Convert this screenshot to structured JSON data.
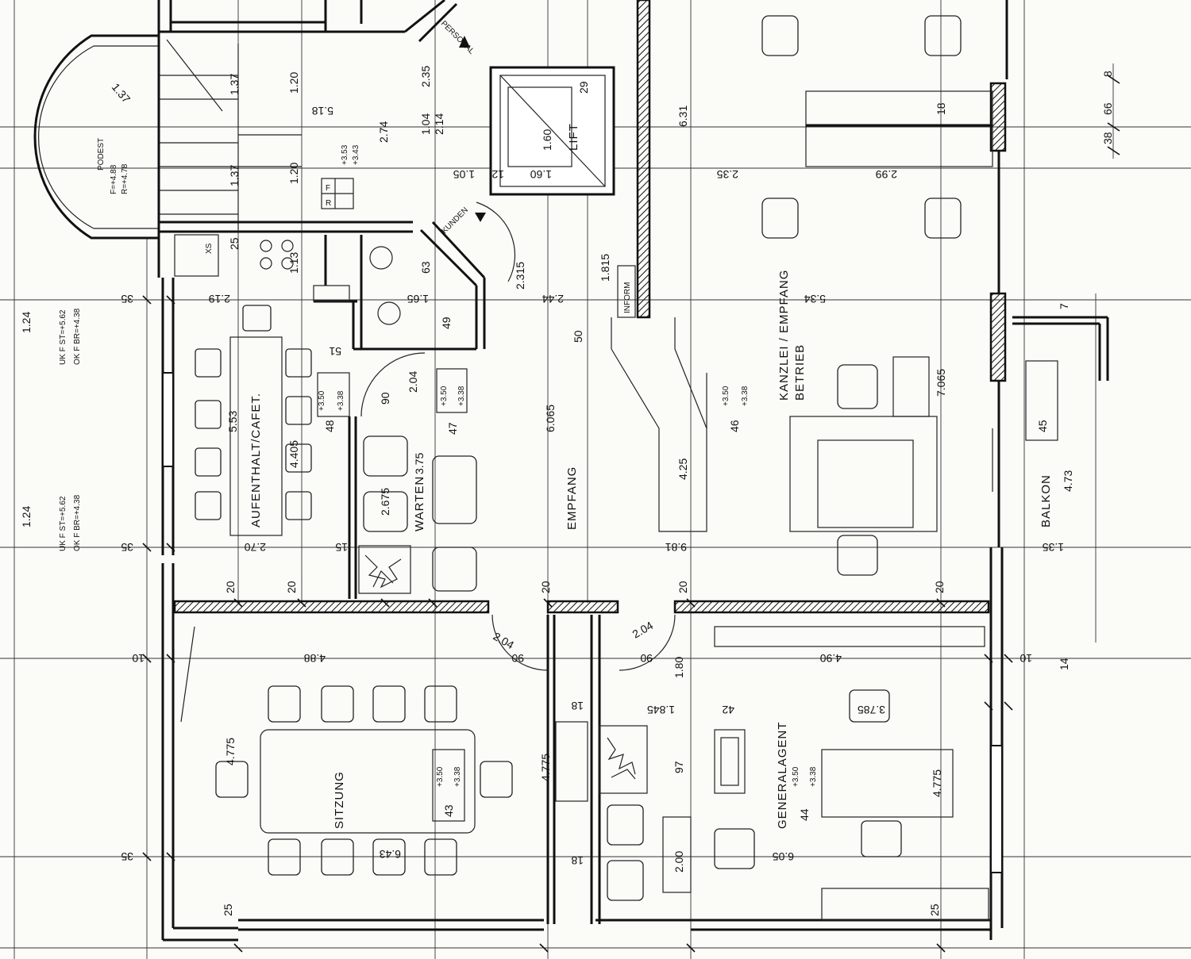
{
  "rooms": {
    "aufenthalt": "AUFENTHALT/CAFET.",
    "warten": "WARTEN",
    "empfang": "EMPFANG",
    "kanzlei_line1": "KANZLEI / EMPFANG",
    "kanzlei_line2": "BETRIEB",
    "lift": "LIFT",
    "sitzung": "SITZUNG",
    "generalagent": "GENERALAGENT",
    "balkon": "BALKON",
    "inform": "INFORM",
    "kunden": "KUNDEN",
    "personal": "PERSONAL",
    "podest": "PODEST",
    "podest_f": "F=+4.88",
    "podest_r": "R=+4.78",
    "xs": "XS"
  },
  "levels": {
    "uk1": "UK F ST=+5.62",
    "ok1": "OK F BR=+4.38",
    "uk2": "UK F ST=+5.62",
    "ok2": "OK F BR=+4.38",
    "f": "F",
    "r": "R",
    "f_val": "+3.53",
    "r_val": "+3.43",
    "v350": "+3.50",
    "v338": "+3.38"
  },
  "dims": {
    "d_137a": "1.37",
    "d_137b": "1.37",
    "d_137c": "1.37",
    "d_120a": "1.20",
    "d_120b": "1.20",
    "d_518": "5.18",
    "d_274": "2.74",
    "d_104": "1.04",
    "d_214": "2.14",
    "d_235": "2.35",
    "d_160": "1.60",
    "d_631": "6.31",
    "d_235b": "2.35",
    "d_299": "2.99",
    "d_18a": "18",
    "d_1055": "1.05",
    "d_1160": "1.60",
    "d_219": "2.19",
    "d_165": "1.65",
    "d_2315": "2.315",
    "d_1815": "1.815",
    "d_244": "2.44",
    "d_534": "5.34",
    "d_553": "5.53",
    "d_4405": "4.405",
    "d_6065": "6.065",
    "d_706": "7.065",
    "d_375": "3.75",
    "d_2675": "2.675",
    "d_425": "4.25",
    "d_981": "9.81",
    "d_270": "2.70",
    "d_488": "4.88",
    "d_490": "4.90",
    "d_4775a": "4.775",
    "d_4775b": "4.775",
    "d_4775c": "4.775",
    "d_643": "6.43",
    "d_605": "6.05",
    "d_1845": "1.845",
    "d_3785": "3.785",
    "d_200": "2.00",
    "d_97": "97",
    "d_42": "42",
    "d_180": "1.80",
    "d_204a": "2.04",
    "d_204b": "2.04",
    "d_204c": "2.04",
    "d_473": "4.73",
    "d_135": "1.35",
    "d_124a": "1.24",
    "d_124b": "1.24",
    "d_90a": "90",
    "d_90b": "90",
    "d_90c": "90",
    "d_66": "66",
    "d_38": "38",
    "d_8": "8",
    "d_35a": "35",
    "d_35b": "35",
    "d_35c": "35",
    "d_25a": "25",
    "d_25b": "25",
    "d_25c": "25",
    "d_20a": "20",
    "d_20b": "20",
    "d_20c": "20",
    "d_20d": "20",
    "d_20e": "20",
    "d_10a": "10",
    "d_10b": "10",
    "d_15": "15",
    "d_18b": "18",
    "d_18c": "18",
    "d_48": "48",
    "d_47": "47",
    "d_46": "46",
    "d_43": "43",
    "d_44": "44",
    "d_45": "45",
    "d_50": "50",
    "d_51": "51",
    "d_49": "49",
    "d_63": "63",
    "d_113": "1.13",
    "d_29": "29",
    "d_12": "12",
    "d_14": "14",
    "d_7": "7"
  }
}
